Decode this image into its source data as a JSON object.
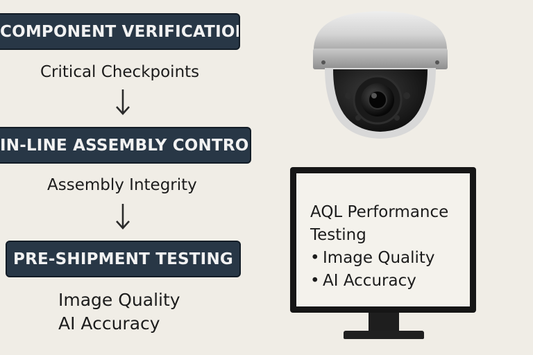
{
  "flow": {
    "stages": [
      {
        "label": "COMPONENT VERIFICATION",
        "caption": "Critical Checkpoints"
      },
      {
        "label": "IN-LINE ASSEMBLY CONTROL",
        "caption": "Assembly Integrity"
      },
      {
        "label": "PRE-SHIPMENT TESTING",
        "details": [
          "Image Quality",
          "AI Accuracy"
        ]
      }
    ]
  },
  "monitor": {
    "title_line1": "AQL Performance",
    "title_line2": "Testing",
    "bullet_symbol": "•",
    "bullets": [
      "Image Quality",
      "AI Accuracy"
    ]
  },
  "icons": {
    "arrow": "down-arrow-icon",
    "camera": "dome-security-camera-icon",
    "monitor": "computer-monitor-icon"
  },
  "colors": {
    "background": "#f0ede6",
    "box_fill": "#283746",
    "box_text": "#f2f2f2",
    "text": "#1c1c1c",
    "monitor_frame": "#161616"
  }
}
